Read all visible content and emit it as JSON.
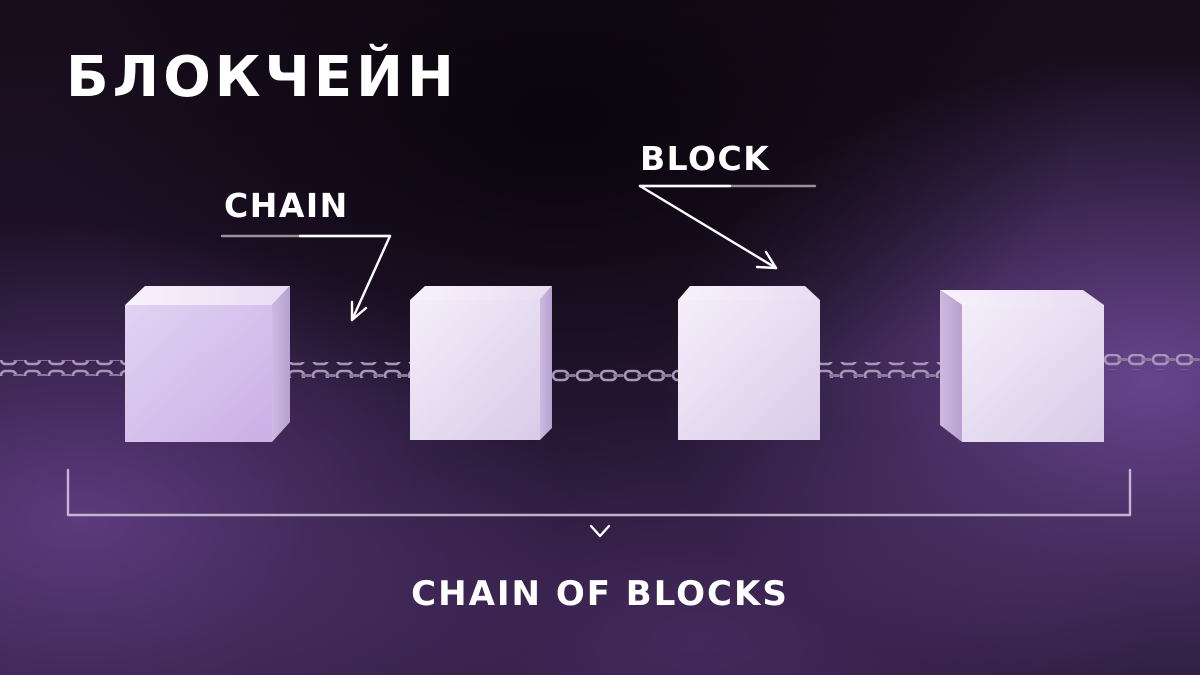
{
  "title": "БЛОКЧЕЙН",
  "labels": {
    "chain": "CHAIN",
    "block": "BLOCK",
    "chain_of_blocks": "CHAIN OF BLOCKS"
  },
  "colors": {
    "cube_front": "#ece4f4",
    "cube_top": "#f5eefa",
    "cube_side": "#c8b6db",
    "chain_link": "#9c8aab",
    "text": "#ffffff"
  },
  "block_count": 4
}
